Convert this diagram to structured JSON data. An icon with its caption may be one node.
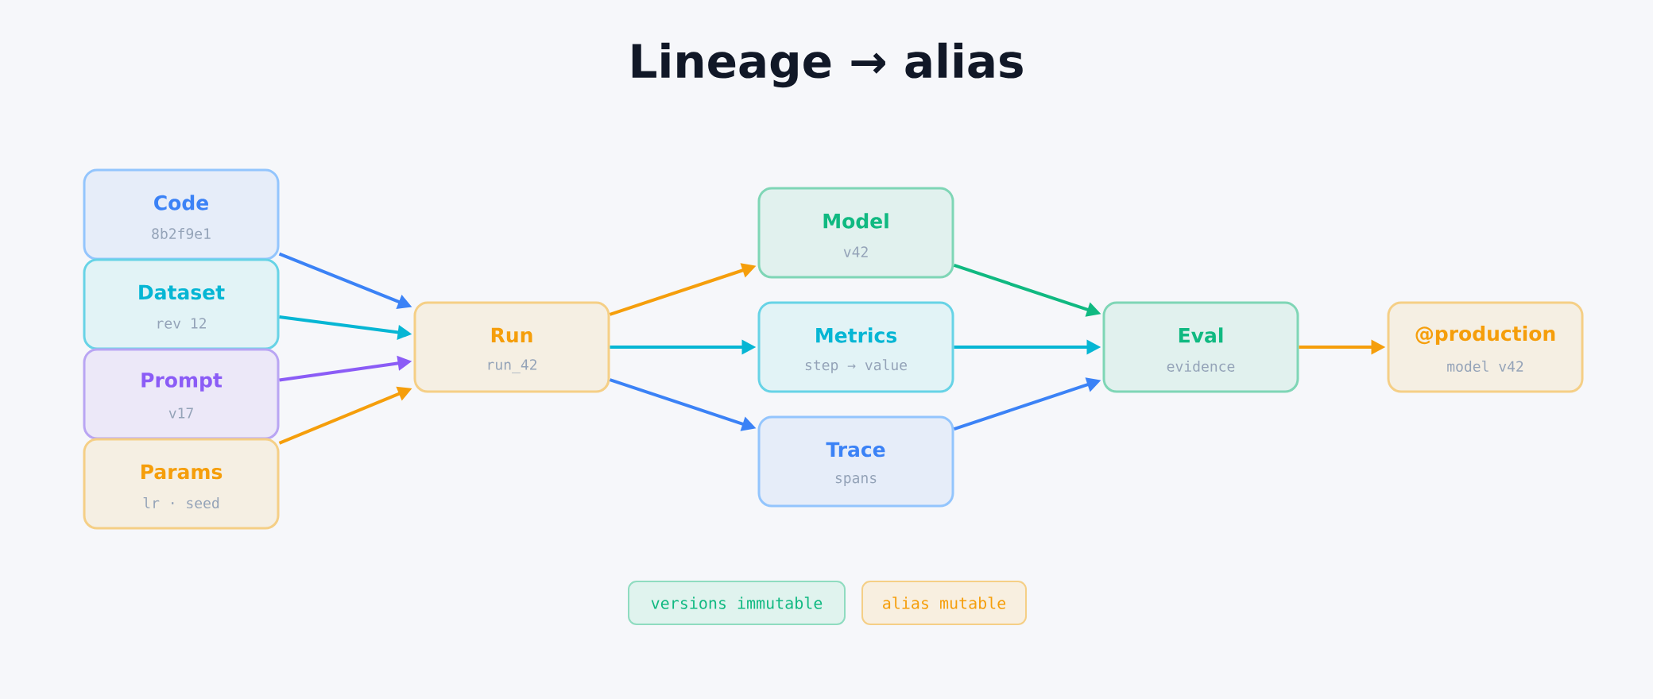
{
  "diagram": {
    "title": "Lineage → alias",
    "nodes": [
      {
        "text": [
          "Code",
          "8b2f9e1"
        ]
      },
      {
        "text": [
          "Dataset",
          "rev 12"
        ]
      },
      {
        "text": [
          "Prompt",
          "v17"
        ]
      },
      {
        "text": [
          "Params",
          "lr · seed"
        ]
      },
      {
        "text": [
          "Run",
          "run_42"
        ]
      },
      {
        "text": [
          "Model",
          "v42"
        ]
      },
      {
        "text": [
          "Metrics",
          "step → value"
        ]
      },
      {
        "text": [
          "Trace",
          "spans"
        ]
      },
      {
        "text": [
          "Eval",
          "evidence"
        ]
      },
      {
        "text": [
          "@production",
          "model v42"
        ]
      }
    ],
    "edges": [
      {
        "from": 0,
        "to": 4,
        "arrow": "to",
        "color": "#3b82f6"
      },
      {
        "from": 1,
        "to": 4,
        "arrow": "to",
        "color": "#06b6d4"
      },
      {
        "from": 2,
        "to": 4,
        "arrow": "to",
        "color": "#8b5cf6"
      },
      {
        "from": 3,
        "to": 4,
        "arrow": "to",
        "color": "#f59e0b"
      },
      {
        "from": 4,
        "to": 5,
        "arrow": "to",
        "color": "#f59e0b"
      },
      {
        "from": 4,
        "to": 6,
        "arrow": "to",
        "color": "#06b6d4"
      },
      {
        "from": 4,
        "to": 7,
        "arrow": "to",
        "color": "#3b82f6"
      },
      {
        "from": 5,
        "to": 8,
        "arrow": "to",
        "color": "#10b981"
      },
      {
        "from": 6,
        "to": 8,
        "arrow": "to",
        "color": "#06b6d4"
      },
      {
        "from": 7,
        "to": 8,
        "arrow": "to",
        "color": "#3b82f6"
      },
      {
        "from": 8,
        "to": 9,
        "arrow": "to",
        "color": "#f59e0b"
      }
    ],
    "legend": [
      {
        "text": "versions immutable",
        "color": "#e0f3ee"
      },
      {
        "text": "alias mutable",
        "color": "#f8efe0"
      }
    ]
  }
}
